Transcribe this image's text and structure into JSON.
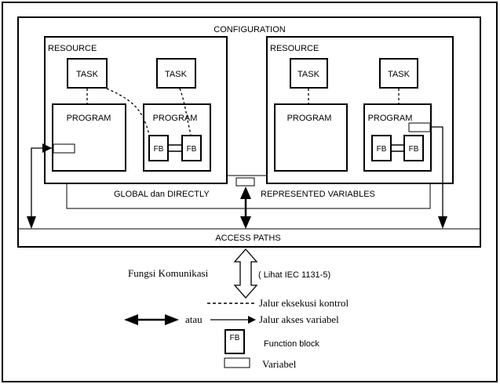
{
  "configuration": {
    "title": "CONFIGURATION"
  },
  "resources": [
    {
      "title": "RESOURCE",
      "tasks": [
        "TASK",
        "TASK"
      ],
      "programs": [
        {
          "label": "PROGRAM"
        },
        {
          "label": "PROGRAM",
          "fb": [
            "FB",
            "FB"
          ]
        }
      ]
    },
    {
      "title": "RESOURCE",
      "tasks": [
        "TASK",
        "TASK"
      ],
      "programs": [
        {
          "label": "PROGRAM"
        },
        {
          "label": "PROGRAM",
          "fb": [
            "FB",
            "FB"
          ]
        }
      ]
    }
  ],
  "global_vars": {
    "left": "GLOBAL dan DIRECTLY",
    "right": "REPRESENTED VARIABLES"
  },
  "access_paths": "ACCESS PATHS",
  "legend": {
    "comm_label": "Fungsi Komunikasi",
    "comm_ref": "( Lihat IEC 1131-5)",
    "control_path": "Jalur eksekusi kontrol",
    "atau": "atau",
    "var_path": "Jalur akses variabel",
    "fb_icon_text": "FB",
    "fb_label": "Function block",
    "var_label": "Variabel"
  }
}
